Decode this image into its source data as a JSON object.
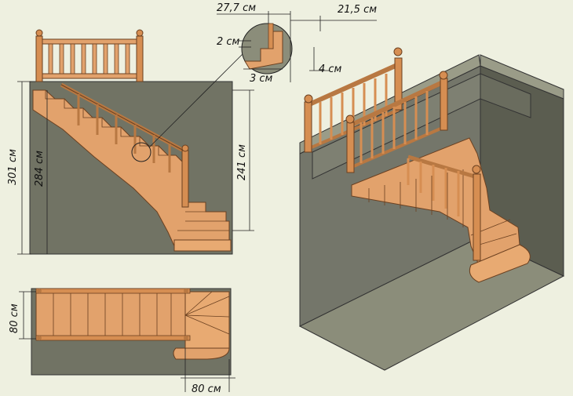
{
  "colors": {
    "background": "#eef0e0",
    "wall": "#717364",
    "wall_dark": "#5b5d50",
    "floor": "#8b8d7a",
    "wood": "#e2a26c",
    "wood_dark": "#b87842",
    "wood_light": "#f0c292",
    "line": "#222222"
  },
  "dimensions": {
    "d_27_7": "27,7 см",
    "d_21_5": "21,5 см",
    "d_2": "2 см",
    "d_3": "3 см",
    "d_4": "4 см",
    "d_301": "301 см",
    "d_284": "284 см",
    "d_241": "241 см",
    "d_80_left": "80 см",
    "d_80_bottom": "80 см"
  }
}
